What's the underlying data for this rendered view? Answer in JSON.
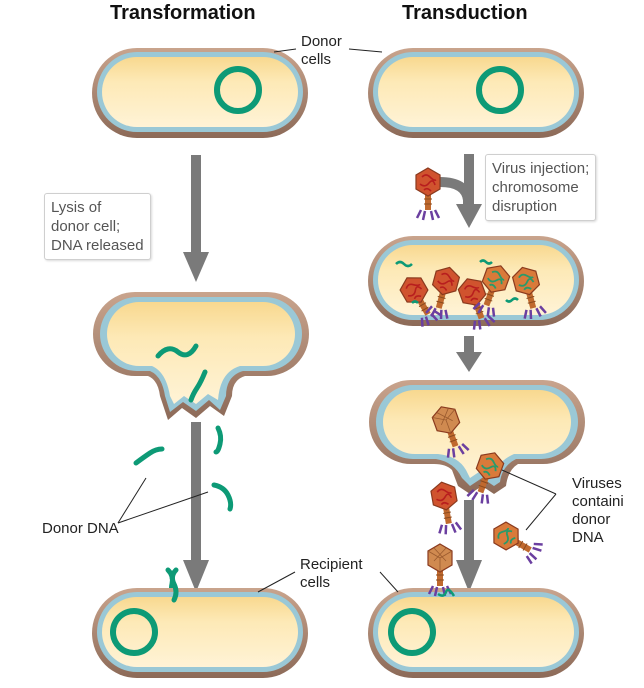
{
  "headings": {
    "left": "Transformation",
    "right": "Transduction"
  },
  "labels": {
    "donor_cells": [
      "Donor",
      "cells"
    ],
    "lysis_box": [
      "Lysis of",
      "donor cell;",
      "DNA released"
    ],
    "virus_box": [
      "Virus injection;",
      "chromosome",
      "disruption"
    ],
    "donor_dna": "Donor DNA",
    "recipient_cells": [
      "Recipient",
      "cells"
    ],
    "viruses_containing": [
      "Viruses",
      "containi",
      "donor",
      "DNA"
    ]
  },
  "colors": {
    "cytoplasm": "#fde9b6",
    "cell_wall": "#b08a74",
    "membrane": "#9ac8d6",
    "dna": "#0d9a76",
    "arrow": "#7a7a7a",
    "capsid_red": "#c9342b",
    "capsid_green": "#3a9c6d",
    "tail": "#c0692e",
    "fibers": "#6b3fa0"
  }
}
